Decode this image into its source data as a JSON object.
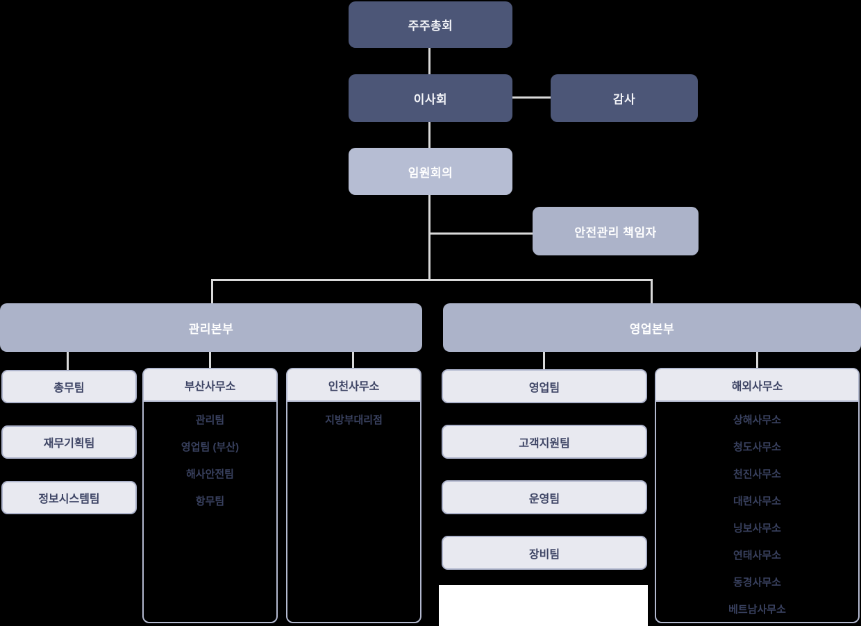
{
  "colors": {
    "background": "#000000",
    "dark_node": "#4C5677",
    "light_node": "#ACB3C9",
    "executive_node": "#B6BDD3",
    "child_fill": "#E8E9F0",
    "child_border": "#AEB4CC",
    "panel_border": "#B3B9CF",
    "connector": "#D9D9D9",
    "child_text": "#3E4565",
    "panel_item_text": "#39415F",
    "white_patch": "#FFFFFF"
  },
  "chart": {
    "shareholders": "주주총회",
    "board": "이사회",
    "auditor": "감사",
    "executive_meeting": "임원회의",
    "safety_officer": "안전관리 책임자",
    "management_division": "관리본부",
    "sales_division": "영업본부",
    "management_teams": [
      "총무팀",
      "재무기획팀",
      "정보시스템팀"
    ],
    "busan_office": {
      "title": "부산사무소",
      "items": [
        "관리팀",
        "영업팀 (부산)",
        "해사안전팀",
        "항무팀"
      ]
    },
    "incheon_office": {
      "title": "인천사무소",
      "items": [
        "지방부대리점"
      ]
    },
    "sales_teams": [
      "영업팀",
      "고객지원팀",
      "운영팀",
      "장비팀"
    ],
    "overseas_office": {
      "title": "해외사무소",
      "items": [
        "상해사무소",
        "청도사무소",
        "천진사무소",
        "대련사무소",
        "닝보사무소",
        "연태사무소",
        "동경사무소",
        "베트남사무소"
      ]
    }
  }
}
